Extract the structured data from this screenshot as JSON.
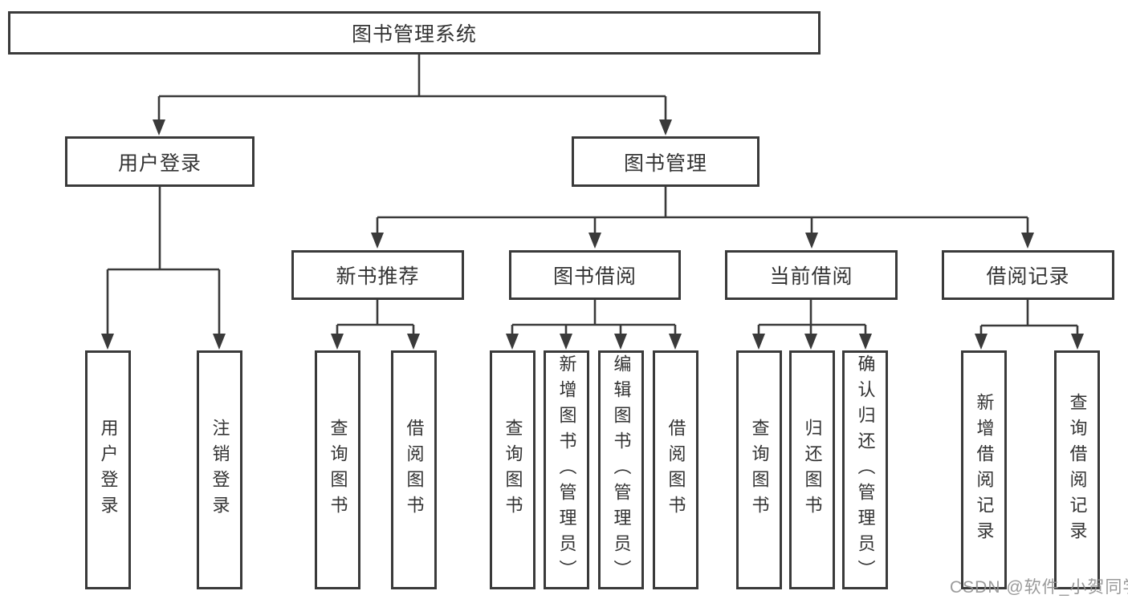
{
  "watermark": "CSDN @软件_小贺同学",
  "colors": {
    "line": "#3a3a3a",
    "text": "#333333",
    "box_background": "#ffffff",
    "watermark": "#919191"
  },
  "tree": {
    "root": {
      "label": "图书管理系统"
    },
    "level2": [
      {
        "label": "用户登录",
        "children": [
          {
            "label": "用户登录"
          },
          {
            "label": "注销登录"
          }
        ]
      },
      {
        "label": "图书管理",
        "children": [
          {
            "label": "新书推荐",
            "children": [
              {
                "label": "查询图书"
              },
              {
                "label": "借阅图书"
              }
            ]
          },
          {
            "label": "图书借阅",
            "children": [
              {
                "label": "查询图书"
              },
              {
                "label": "新增图书（管理员）"
              },
              {
                "label": "编辑图书（管理员）"
              },
              {
                "label": "借阅图书"
              }
            ]
          },
          {
            "label": "当前借阅",
            "children": [
              {
                "label": "查询图书"
              },
              {
                "label": "归还图书"
              },
              {
                "label": "确认归还（管理员）"
              }
            ]
          },
          {
            "label": "借阅记录",
            "children": [
              {
                "label": "新增借阅记录"
              },
              {
                "label": "查询借阅记录"
              }
            ]
          }
        ]
      }
    ]
  }
}
